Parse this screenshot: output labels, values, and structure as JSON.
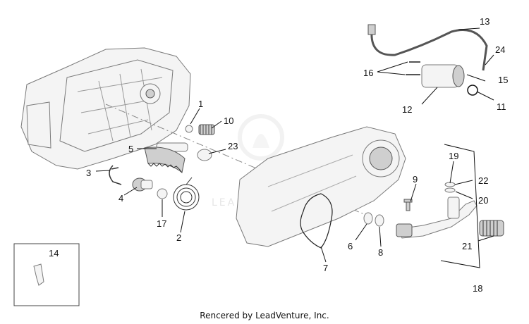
{
  "diagram": {
    "callouts": [
      "1",
      "2",
      "3",
      "4",
      "5",
      "6",
      "7",
      "8",
      "9",
      "10",
      "11",
      "12",
      "13",
      "14",
      "15",
      "16",
      "17",
      "18",
      "19",
      "20",
      "21",
      "22",
      "23",
      "24"
    ],
    "footer": "Rencered by LeadVenture, Inc.",
    "watermark": "LEADVENTURE"
  }
}
